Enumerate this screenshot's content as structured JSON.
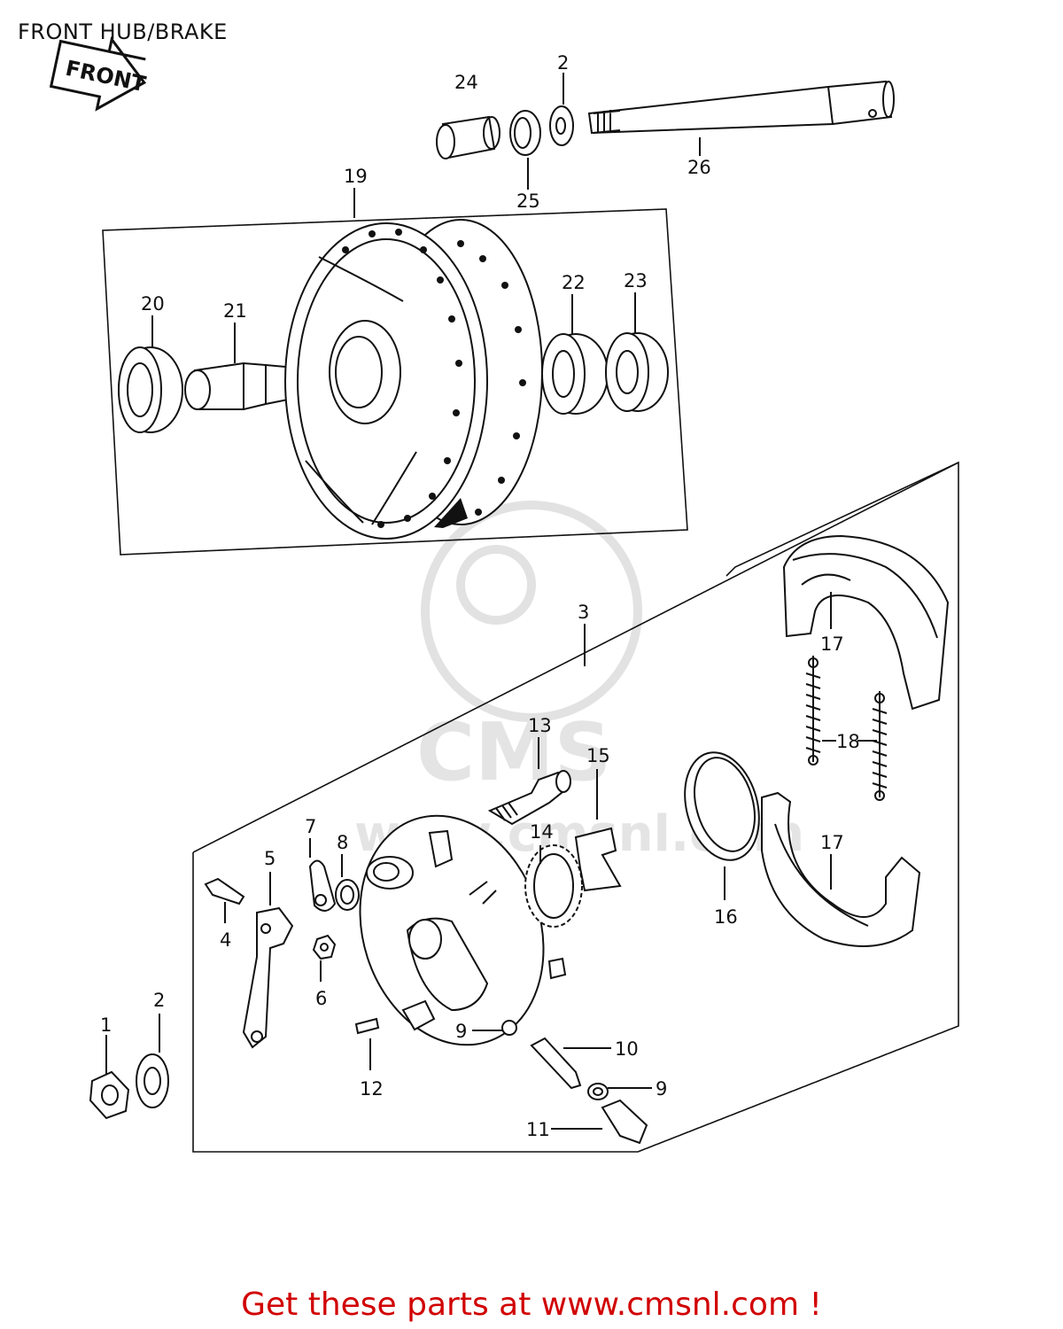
{
  "title": "FRONT HUB/BRAKE",
  "front_arrow_label": "FRONT",
  "footer_text": "Get these parts at www.cmsnl.com !",
  "watermark": {
    "brand": "CMS",
    "url": "www.cmsnl.com"
  },
  "callouts": [
    {
      "id": "c24",
      "label": "24"
    },
    {
      "id": "c2a",
      "label": "2"
    },
    {
      "id": "c26",
      "label": "26"
    },
    {
      "id": "c25",
      "label": "25"
    },
    {
      "id": "c19",
      "label": "19"
    },
    {
      "id": "c20",
      "label": "20"
    },
    {
      "id": "c21",
      "label": "21"
    },
    {
      "id": "c22",
      "label": "22"
    },
    {
      "id": "c23",
      "label": "23"
    },
    {
      "id": "c3",
      "label": "3"
    },
    {
      "id": "c17a",
      "label": "17"
    },
    {
      "id": "c18",
      "label": "18"
    },
    {
      "id": "c13",
      "label": "13"
    },
    {
      "id": "c15",
      "label": "15"
    },
    {
      "id": "c14",
      "label": "14"
    },
    {
      "id": "c7",
      "label": "7"
    },
    {
      "id": "c8",
      "label": "8"
    },
    {
      "id": "c5",
      "label": "5"
    },
    {
      "id": "c4",
      "label": "4"
    },
    {
      "id": "c6",
      "label": "6"
    },
    {
      "id": "c16",
      "label": "16"
    },
    {
      "id": "c17b",
      "label": "17"
    },
    {
      "id": "c1",
      "label": "1"
    },
    {
      "id": "c2b",
      "label": "2"
    },
    {
      "id": "c9a",
      "label": "9"
    },
    {
      "id": "c10",
      "label": "10"
    },
    {
      "id": "c9b",
      "label": "9"
    },
    {
      "id": "c12",
      "label": "12"
    },
    {
      "id": "c11",
      "label": "11"
    }
  ]
}
